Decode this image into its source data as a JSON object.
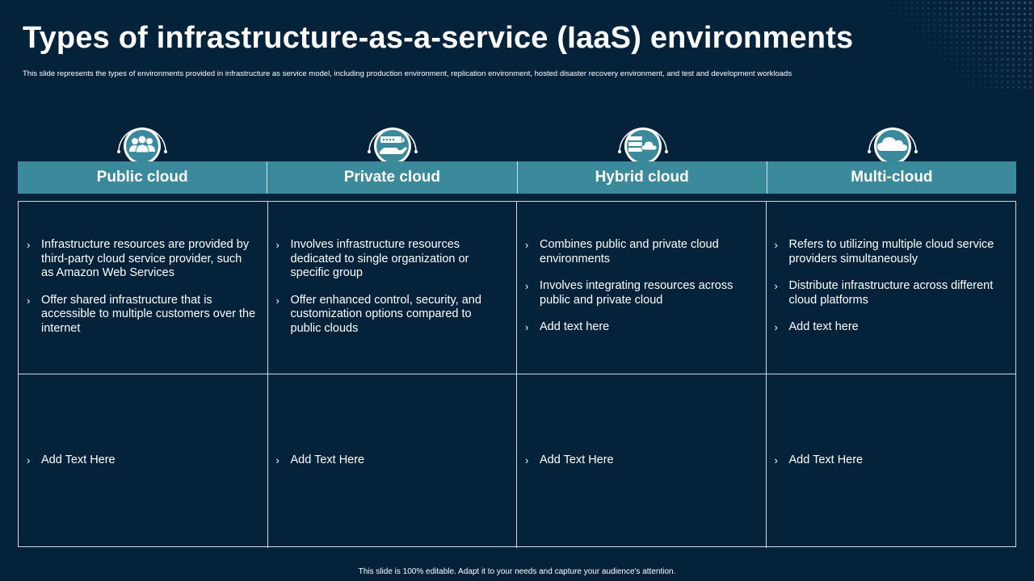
{
  "title": "Types of infrastructure-as-a-service (IaaS) environments",
  "subtitle": "This slide represents the types of environments provided in infrastructure as service model, including production environment, replication environment, hosted disaster recovery environment, and test and development workloads",
  "columns": [
    {
      "header": "Public cloud",
      "icon": "users-group-icon",
      "top_bullets": [
        "Infrastructure resources are provided by third-party cloud service provider, such as Amazon Web Services",
        "Offer shared infrastructure that is accessible to multiple customers over the internet"
      ],
      "bottom_bullets": [
        "Add Text Here"
      ]
    },
    {
      "header": "Private cloud",
      "icon": "password-hand-icon",
      "top_bullets": [
        "Involves infrastructure resources dedicated to single organization or specific group",
        "Offer enhanced control, security, and customization options compared to public clouds"
      ],
      "bottom_bullets": [
        "Add Text Here"
      ]
    },
    {
      "header": "Hybrid cloud",
      "icon": "server-cloud-icon",
      "top_bullets": [
        "Combines public and private cloud environments",
        "Involves integrating resources across public and private cloud",
        "Add text here"
      ],
      "bottom_bullets": [
        "Add Text Here"
      ]
    },
    {
      "header": "Multi-cloud",
      "icon": "cloud-icon",
      "top_bullets": [
        "Refers to utilizing multiple cloud service providers simultaneously",
        "Distribute infrastructure across different cloud platforms",
        "Add text here"
      ],
      "bottom_bullets": [
        "Add Text Here"
      ]
    }
  ],
  "bullet_glyph": "›",
  "footer": "This slide is 100% editable. Adapt it to your needs and capture your audience's attention.",
  "colors": {
    "background": "#04233b",
    "header_bar": "#3a8a9c",
    "icon_fill": "#3a8a9c",
    "text": "#ffffff",
    "border": "#cfd9e0"
  }
}
